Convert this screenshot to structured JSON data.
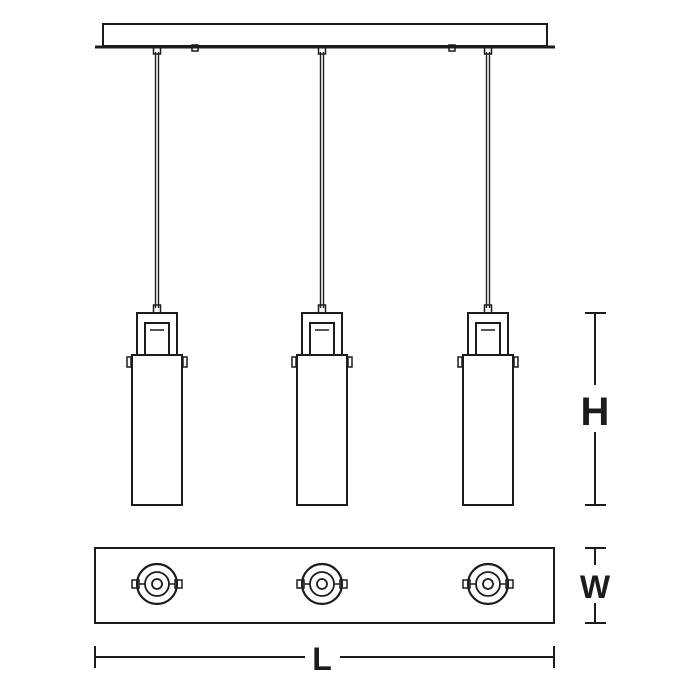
{
  "diagram": {
    "type": "three-light linear pendant dimension drawing",
    "stroke_color": "#1c1c1c",
    "background_color": "#ffffff",
    "pendant_count": 3,
    "canopy_mount_count": 3,
    "dimension_labels": {
      "height": "H",
      "width": "W",
      "length": "L"
    }
  }
}
